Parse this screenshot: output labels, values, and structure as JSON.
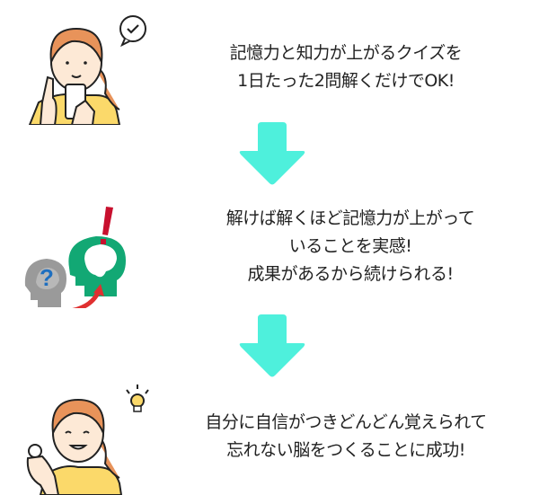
{
  "steps": [
    {
      "lines": [
        "記憶力と知力が上がるクイズを",
        "1日たった2問解くだけでOK!"
      ],
      "illustration": "woman-with-phone-check"
    },
    {
      "lines": [
        "解けば解くほど記憶力が上がって",
        "いることを実感!",
        "成果があるから続けられる!"
      ],
      "illustration": "heads-question-to-exclamation"
    },
    {
      "lines": [
        "自分に自信がつきどんどん覚えられて",
        "忘れない脳をつくることに成功!"
      ],
      "illustration": "woman-ok-lightbulb"
    }
  ],
  "colors": {
    "arrow": "#4ef0dc",
    "green_head": "#12a874",
    "exclaim": "#c8102e",
    "question": "#1e6fc0",
    "hair": "#e8935a",
    "shirt": "#fbd96a"
  }
}
